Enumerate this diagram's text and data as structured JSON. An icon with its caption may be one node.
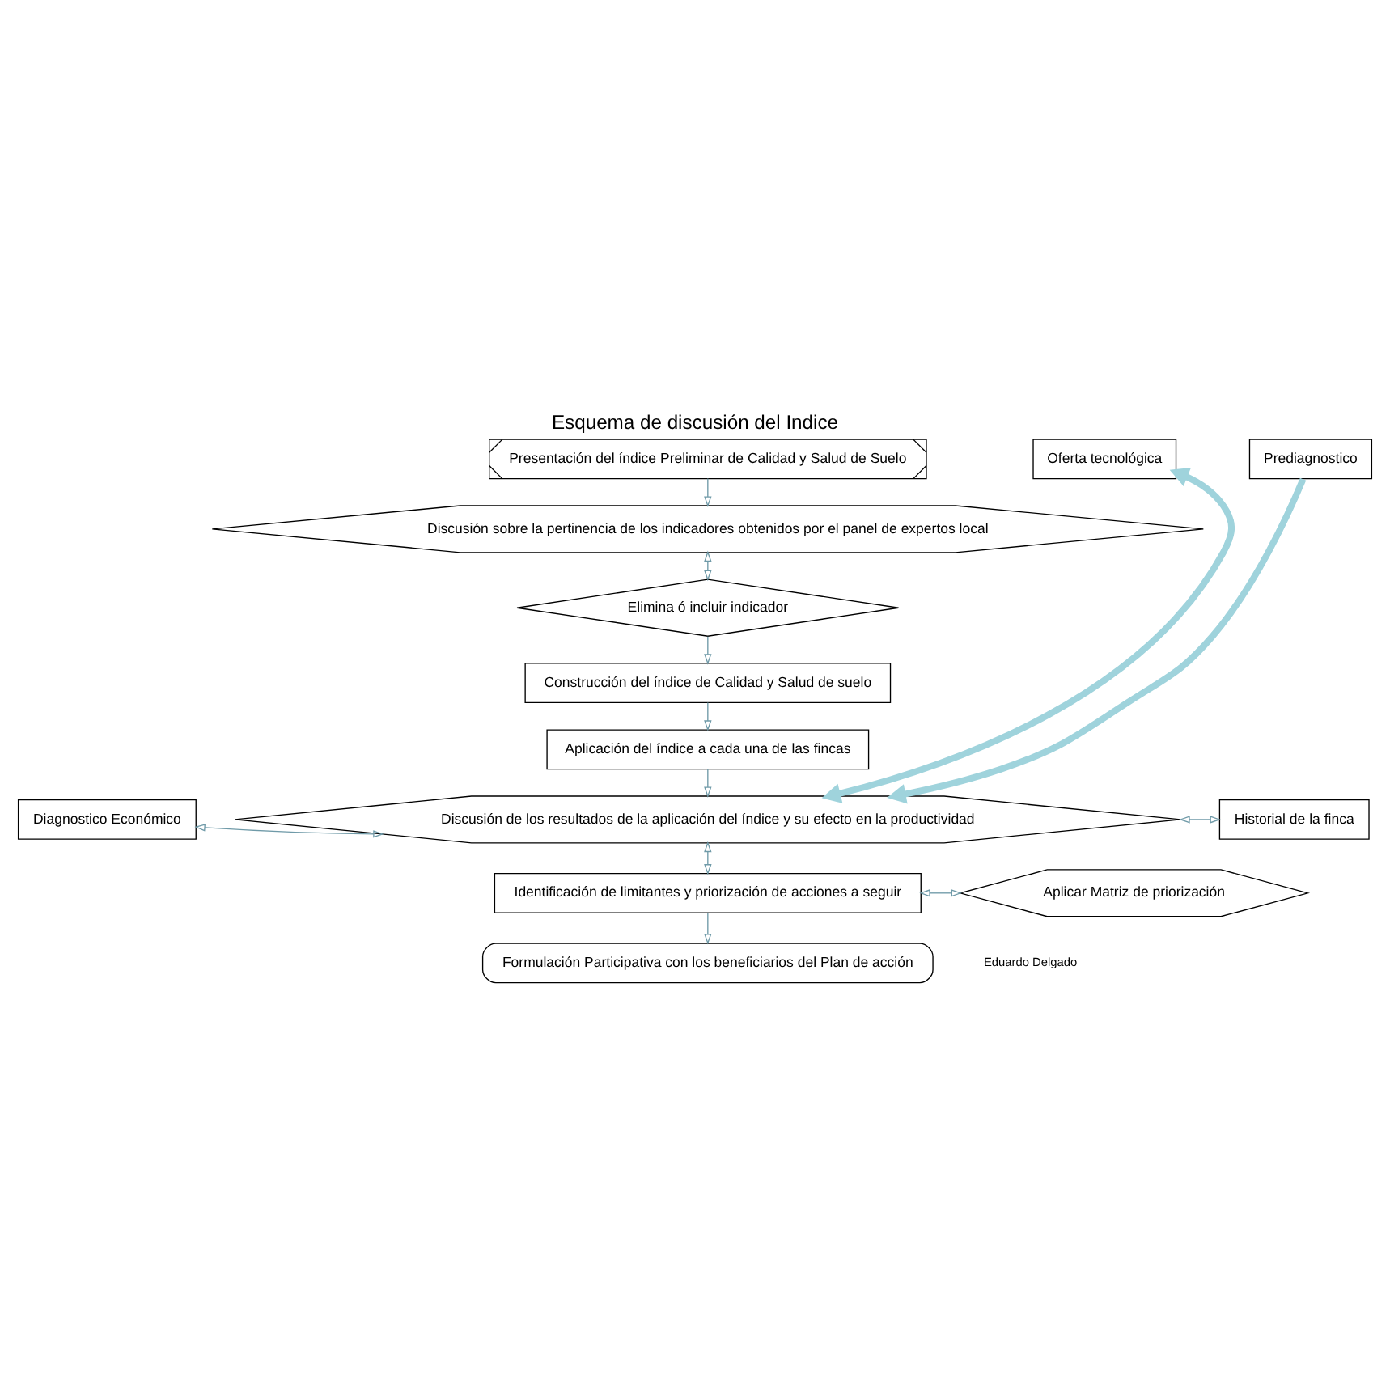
{
  "diagram": {
    "title": "Esquema de discusión del Indice",
    "nodes": [
      {
        "text": [
          "Presentación del índice Preliminar de Calidad y Salud de Suelo"
        ]
      },
      {
        "text": [
          "Discusión sobre la pertinencia de los indicadores obtenidos por el panel de expertos local"
        ]
      },
      {
        "text": [
          "Elimina ó incluir indicador"
        ]
      },
      {
        "text": [
          "Construcción del índice de Calidad y Salud de suelo"
        ]
      },
      {
        "text": [
          "Aplicación del índice a cada una de las fincas"
        ]
      },
      {
        "text": [
          "Diagnostico Económico"
        ]
      },
      {
        "text": [
          "Discusión de los resultados de la aplicación del índice y su efecto en la productividad"
        ]
      },
      {
        "text": [
          "Historial de la finca"
        ]
      },
      {
        "text": [
          "Prediagnostico"
        ]
      },
      {
        "text": [
          "Oferta tecnológica"
        ]
      },
      {
        "text": [
          "Identificación de limitantes y priorización de acciones a seguir"
        ]
      },
      {
        "text": [
          "Aplicar Matriz de priorización"
        ]
      },
      {
        "text": [
          "Formulación Participativa con los beneficiarios del Plan de acción"
        ]
      }
    ],
    "edges": [
      {
        "from": 0,
        "to": 1,
        "arrow": "to"
      },
      {
        "from": 1,
        "to": 2,
        "arrow": "both"
      },
      {
        "from": 2,
        "to": 3,
        "arrow": "to"
      },
      {
        "from": 3,
        "to": 4,
        "arrow": "to"
      },
      {
        "from": 4,
        "to": 6,
        "arrow": "to"
      },
      {
        "from": 5,
        "to": 6,
        "arrow": "both"
      },
      {
        "from": 6,
        "to": 7,
        "arrow": "both"
      },
      {
        "from": 8,
        "to": 6,
        "arrow": "to",
        "style": "thick"
      },
      {
        "from": 6,
        "to": 9,
        "arrow": "both",
        "style": "thick"
      },
      {
        "from": 6,
        "to": 10,
        "arrow": "both"
      },
      {
        "from": 10,
        "to": 11,
        "arrow": "both"
      },
      {
        "from": 10,
        "to": 12,
        "arrow": "to"
      }
    ],
    "labels": [
      "Eduardo Delgado"
    ]
  }
}
